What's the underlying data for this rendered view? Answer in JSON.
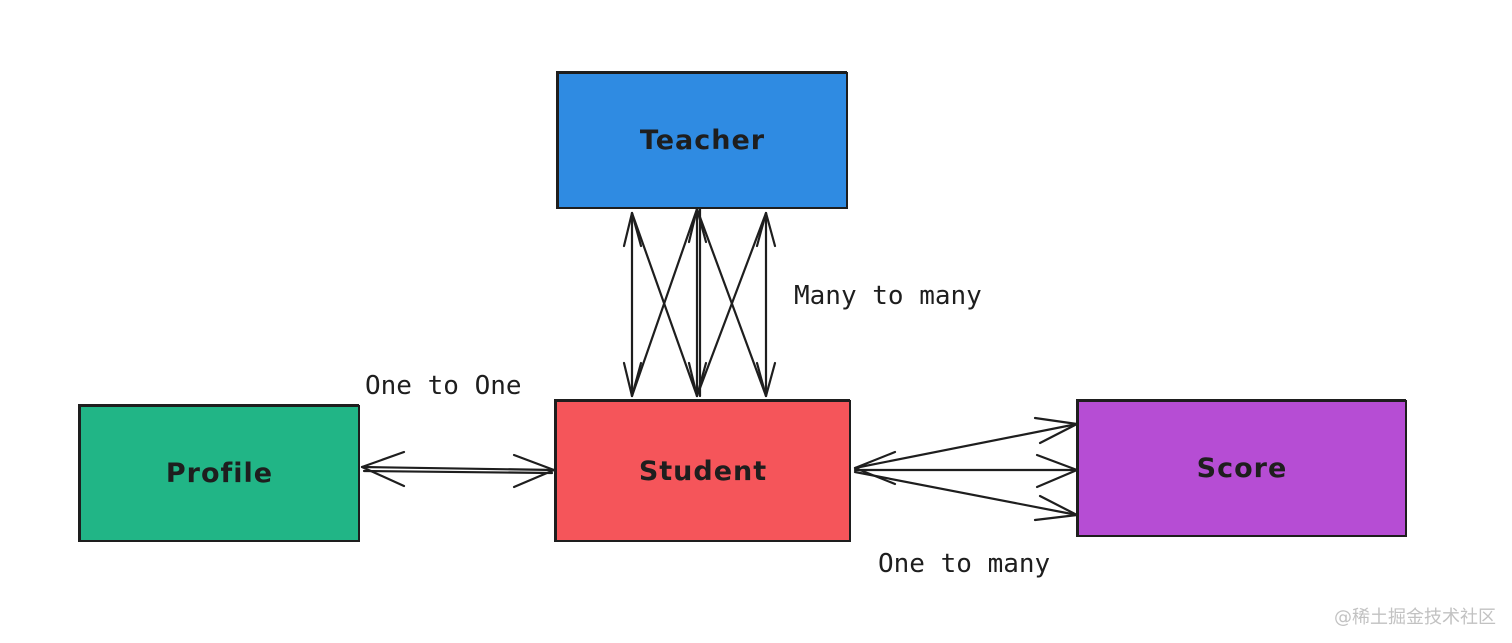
{
  "nodes": {
    "teacher": {
      "label": "Teacher",
      "fill": "#2f8be2"
    },
    "student": {
      "label": "Student",
      "fill": "#f5555a"
    },
    "profile": {
      "label": "Profile",
      "fill": "#21b586"
    },
    "score": {
      "label": "Score",
      "fill": "#b64dd4"
    }
  },
  "edges": {
    "teacher_student": {
      "label": "Many to many"
    },
    "profile_student": {
      "label": "One to One"
    },
    "student_score": {
      "label": "One to many"
    }
  },
  "watermark": "@稀土掘金技术社区",
  "stroke_color": "#1e1e1e"
}
